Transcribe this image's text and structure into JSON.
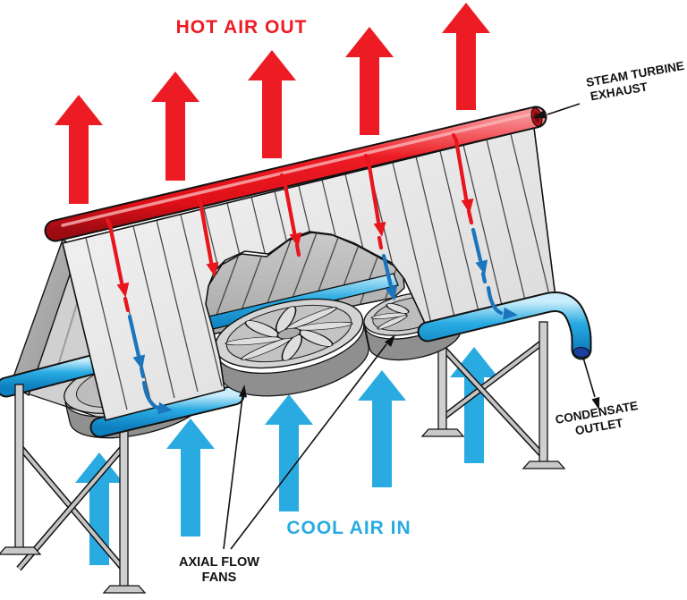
{
  "labels": {
    "hot_air": "HOT AIR OUT",
    "cool_air": "COOL AIR IN",
    "steam": [
      "STEAM TURBINE",
      "EXHAUST"
    ],
    "condensate": [
      "CONDENSATE",
      "OUTLET"
    ],
    "fans": [
      "AXIAL FLOW",
      "FANS"
    ]
  },
  "colors": {
    "hot_flow": "#ED1C24",
    "cool_flow": "#29ABE2",
    "condensate_flow": "#1B75BC",
    "condensate_pipe_end": "#1B3F9E",
    "panel": "#E6E6E6",
    "structure": "#C9C9C9"
  },
  "components": {
    "hot_air_arrow_count": 5,
    "cool_air_arrow_count": 5,
    "fan_count": 3,
    "tube_flow_arrow_columns": 5
  }
}
